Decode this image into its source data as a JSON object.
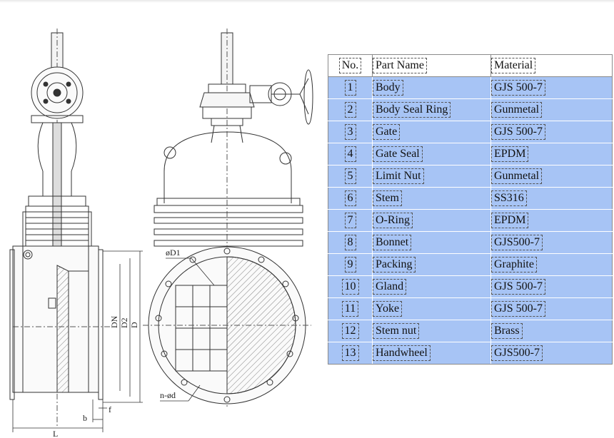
{
  "dimension_labels": {
    "D1": "øD1",
    "DN": "DN",
    "D2": "D2",
    "D": "D",
    "n_d": "n-ød",
    "b": "b",
    "f": "f",
    "L": "L"
  },
  "table": {
    "headers": [
      "No.",
      "Part Name",
      "Material"
    ],
    "rows": [
      {
        "no": "1",
        "part": "Body",
        "material": "GJS 500-7"
      },
      {
        "no": "2",
        "part": "Body Seal Ring",
        "material": "Gunmetal"
      },
      {
        "no": "3",
        "part": "Gate",
        "material": "GJS 500-7"
      },
      {
        "no": "4",
        "part": "Gate Seal",
        "material": "EPDM"
      },
      {
        "no": "5",
        "part": "Limit Nut",
        "material": "Gunmetal"
      },
      {
        "no": "6",
        "part": "Stem",
        "material": "SS316"
      },
      {
        "no": "7",
        "part": "O-Ring",
        "material": "EPDM"
      },
      {
        "no": "8",
        "part": "Bonnet",
        "material": "GJS500-7"
      },
      {
        "no": "9",
        "part": "Packing",
        "material": "Graphite"
      },
      {
        "no": "10",
        "part": "Gland",
        "material": "GJS 500-7"
      },
      {
        "no": "11",
        "part": "Yoke",
        "material": "GJS 500-7"
      },
      {
        "no": "12",
        "part": "Stem nut",
        "material": "Brass"
      },
      {
        "no": "13",
        "part": "Handwheel",
        "material": "GJS500-7"
      }
    ]
  },
  "colors": {
    "row_fill": "#a7c4f5",
    "line": "#333333"
  }
}
